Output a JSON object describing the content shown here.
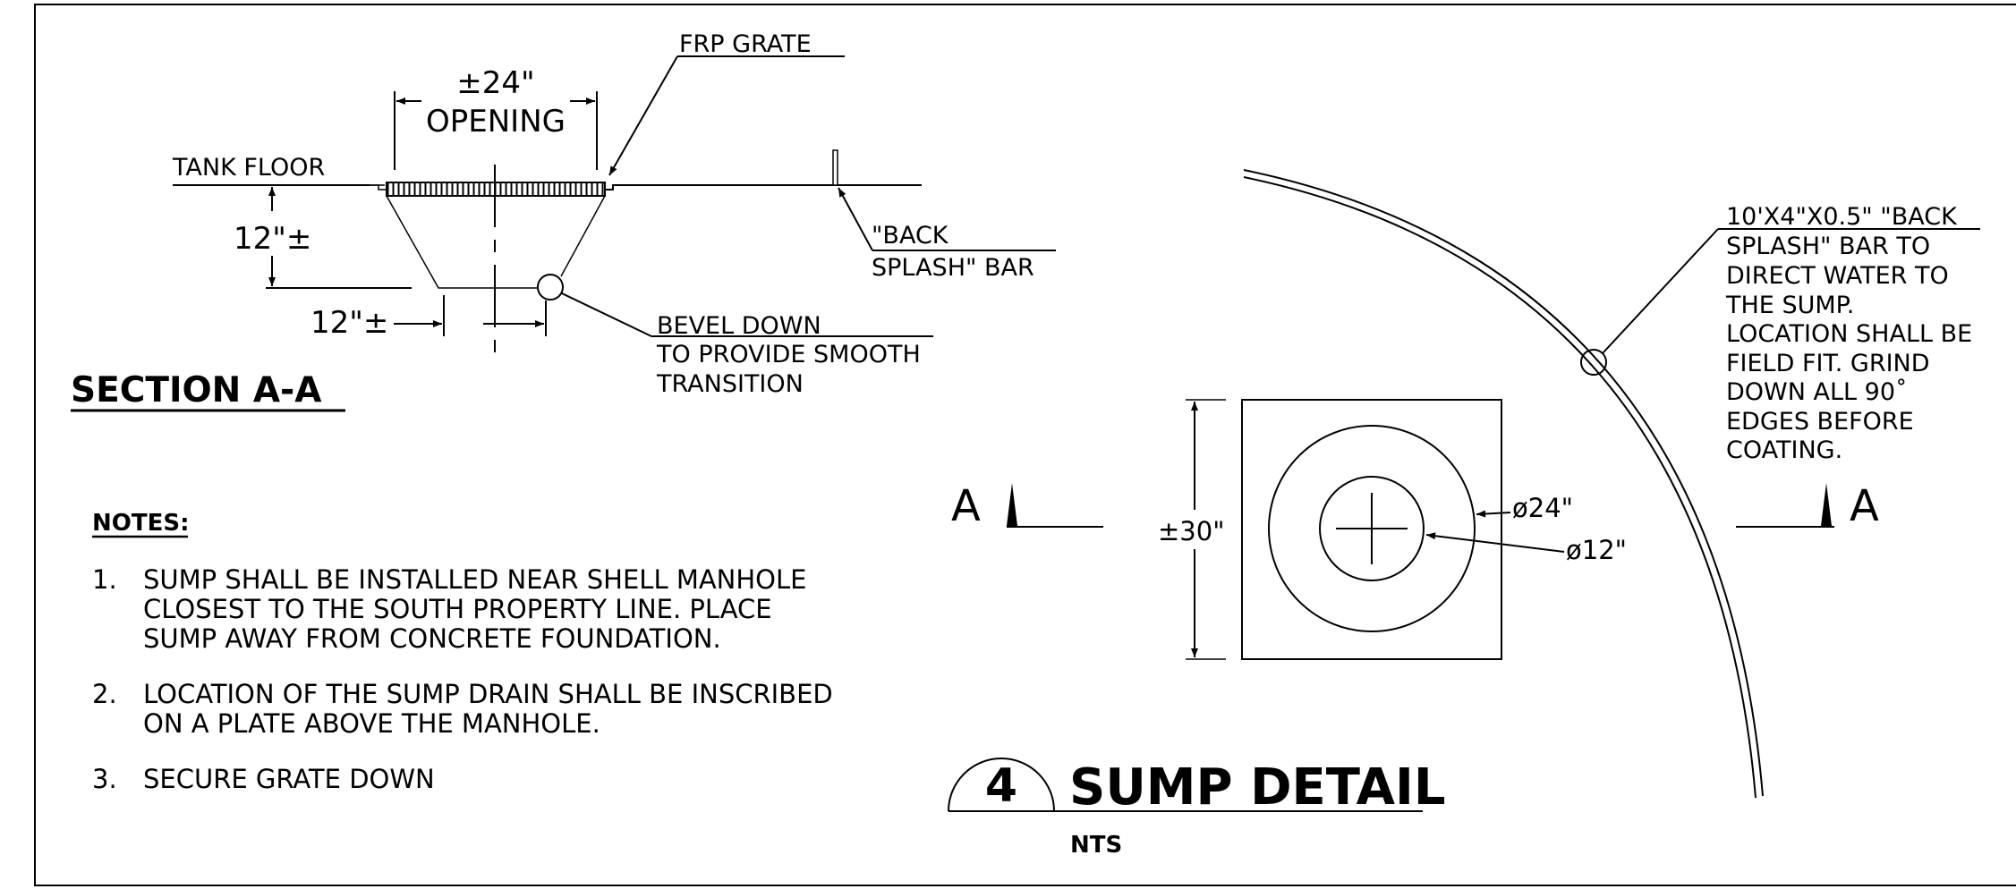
{
  "section": {
    "title": "SECTION A-A",
    "tank_floor_label": "TANK FLOOR",
    "frp_grate_label": "FRP GRATE",
    "opening_dim": "±24\"",
    "opening_label": "OPENING",
    "depth_dim": "12\"±",
    "bottom_dim": "12\"±",
    "back_splash_line1": "\"BACK",
    "back_splash_line2": "SPLASH\" BAR",
    "bevel_line1": "BEVEL DOWN",
    "bevel_line2": "TO PROVIDE SMOOTH",
    "bevel_line3": "TRANSITION"
  },
  "notes": {
    "heading": "NOTES:",
    "items": [
      {
        "num": "1.",
        "lines": [
          "SUMP SHALL BE INSTALLED NEAR SHELL MANHOLE",
          "CLOSEST TO THE SOUTH PROPERTY LINE.  PLACE",
          "SUMP AWAY FROM CONCRETE FOUNDATION."
        ]
      },
      {
        "num": "2.",
        "lines": [
          "LOCATION OF THE SUMP DRAIN SHALL BE INSCRIBED",
          "ON A PLATE ABOVE THE MANHOLE."
        ]
      },
      {
        "num": "3.",
        "lines": [
          "SECURE GRATE DOWN"
        ]
      }
    ]
  },
  "plan": {
    "section_mark_left": "A",
    "section_mark_right": "A",
    "square_dim": "±30\"",
    "outer_dia": "ø24\"",
    "inner_dia": "ø12\"",
    "callout_lines": [
      "10'X4\"X0.5\" \"BACK",
      "SPLASH\" BAR TO",
      "DIRECT WATER TO",
      "THE SUMP.",
      "LOCATION SHALL BE",
      "FIELD FIT. GRIND",
      "DOWN ALL 90˚",
      "EDGES BEFORE",
      "COATING."
    ]
  },
  "title_block": {
    "detail_number": "4",
    "detail_title": "SUMP DETAIL",
    "scale": "NTS"
  }
}
